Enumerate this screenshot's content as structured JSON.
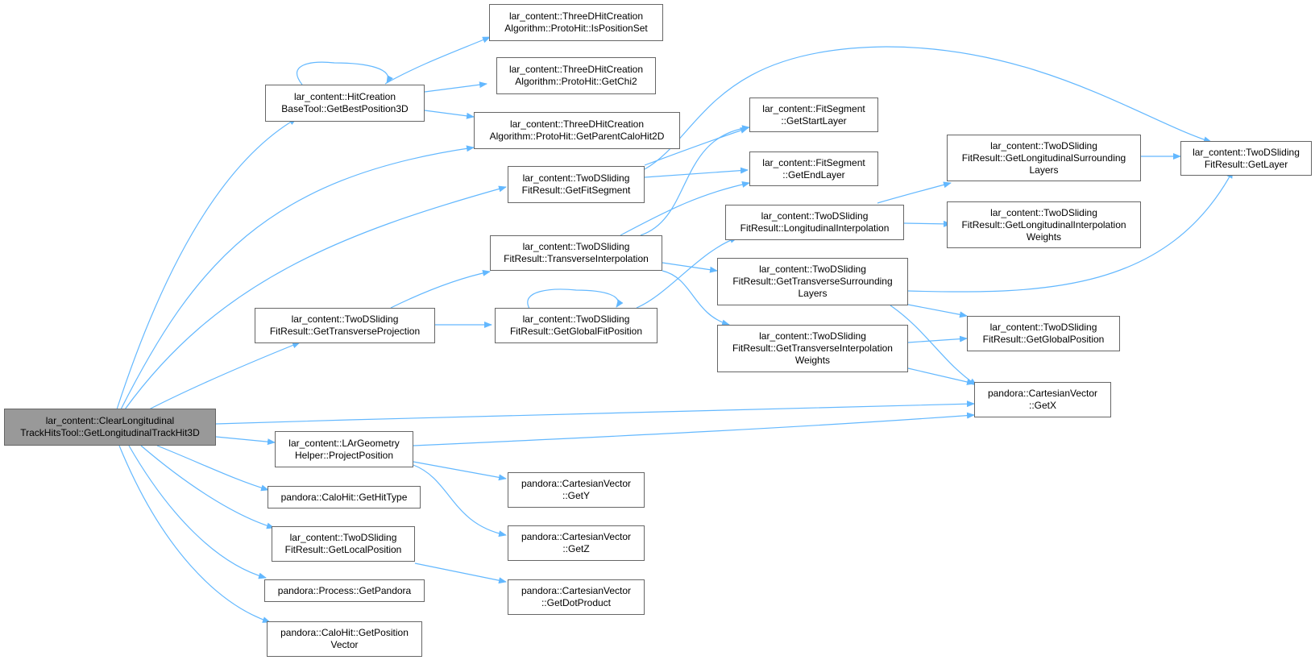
{
  "graph": {
    "edge_color": "#63b8ff",
    "root_fill": "#999999",
    "nodes": {
      "root": [
        "lar_content::ClearLongitudinal",
        "TrackHitsTool::GetLongitudinalTrackHit3D"
      ],
      "getBestPosition3D": [
        "lar_content::HitCreation",
        "BaseTool::GetBestPosition3D"
      ],
      "isPositionSet": [
        "lar_content::ThreeDHitCreation",
        "Algorithm::ProtoHit::IsPositionSet"
      ],
      "getChi2": [
        "lar_content::ThreeDHitCreation",
        "Algorithm::ProtoHit::GetChi2"
      ],
      "getParentCaloHit2D": [
        "lar_content::ThreeDHitCreation",
        "Algorithm::ProtoHit::GetParentCaloHit2D"
      ],
      "getFitSegment": [
        "lar_content::TwoDSliding",
        "FitResult::GetFitSegment"
      ],
      "getStartLayer": [
        "lar_content::FitSegment",
        "::GetStartLayer"
      ],
      "getEndLayer": [
        "lar_content::FitSegment",
        "::GetEndLayer"
      ],
      "transverseInterpolation": [
        "lar_content::TwoDSliding",
        "FitResult::TransverseInterpolation"
      ],
      "getTransverseProjection": [
        "lar_content::TwoDSliding",
        "FitResult::GetTransverseProjection"
      ],
      "getGlobalFitPosition": [
        "lar_content::TwoDSliding",
        "FitResult::GetGlobalFitPosition"
      ],
      "longitudinalInterpolation": [
        "lar_content::TwoDSliding",
        "FitResult::LongitudinalInterpolation"
      ],
      "getTransverseSurroundingLayers": [
        "lar_content::TwoDSliding",
        "FitResult::GetTransverseSurrounding",
        "Layers"
      ],
      "getTransverseInterpolationWeights": [
        "lar_content::TwoDSliding",
        "FitResult::GetTransverseInterpolation",
        "Weights"
      ],
      "getLongitudinalSurroundingLayers": [
        "lar_content::TwoDSliding",
        "FitResult::GetLongitudinalSurrounding",
        "Layers"
      ],
      "getLongitudinalInterpolationWeights": [
        "lar_content::TwoDSliding",
        "FitResult::GetLongitudinalInterpolation",
        "Weights"
      ],
      "getLayer": [
        "lar_content::TwoDSliding",
        "FitResult::GetLayer"
      ],
      "getGlobalPosition": [
        "lar_content::TwoDSliding",
        "FitResult::GetGlobalPosition"
      ],
      "getX": [
        "pandora::CartesianVector",
        "::GetX"
      ],
      "projectPosition": [
        "lar_content::LArGeometry",
        "Helper::ProjectPosition"
      ],
      "getHitType": [
        "pandora::CaloHit::GetHitType"
      ],
      "getLocalPosition": [
        "lar_content::TwoDSliding",
        "FitResult::GetLocalPosition"
      ],
      "getPandora": [
        "pandora::Process::GetPandora"
      ],
      "getPositionVector": [
        "pandora::CaloHit::GetPosition",
        "Vector"
      ],
      "getY": [
        "pandora::CartesianVector",
        "::GetY"
      ],
      "getZ": [
        "pandora::CartesianVector",
        "::GetZ"
      ],
      "getDotProduct": [
        "pandora::CartesianVector",
        "::GetDotProduct"
      ]
    }
  }
}
